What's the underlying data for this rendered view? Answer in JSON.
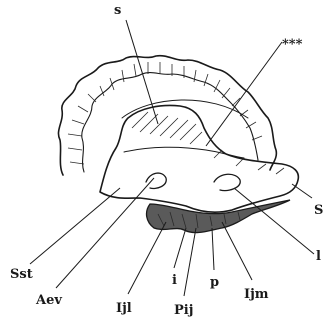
{
  "figure": {
    "labels": {
      "s_top": "s",
      "stars": "***",
      "S_right": "S",
      "l_right": "l",
      "Sst": "Sst",
      "Aev": "Aev",
      "Ijl": "Ijl",
      "i": "i",
      "Pij": "Pij",
      "p": "p",
      "Ijm": "Ijm"
    }
  }
}
